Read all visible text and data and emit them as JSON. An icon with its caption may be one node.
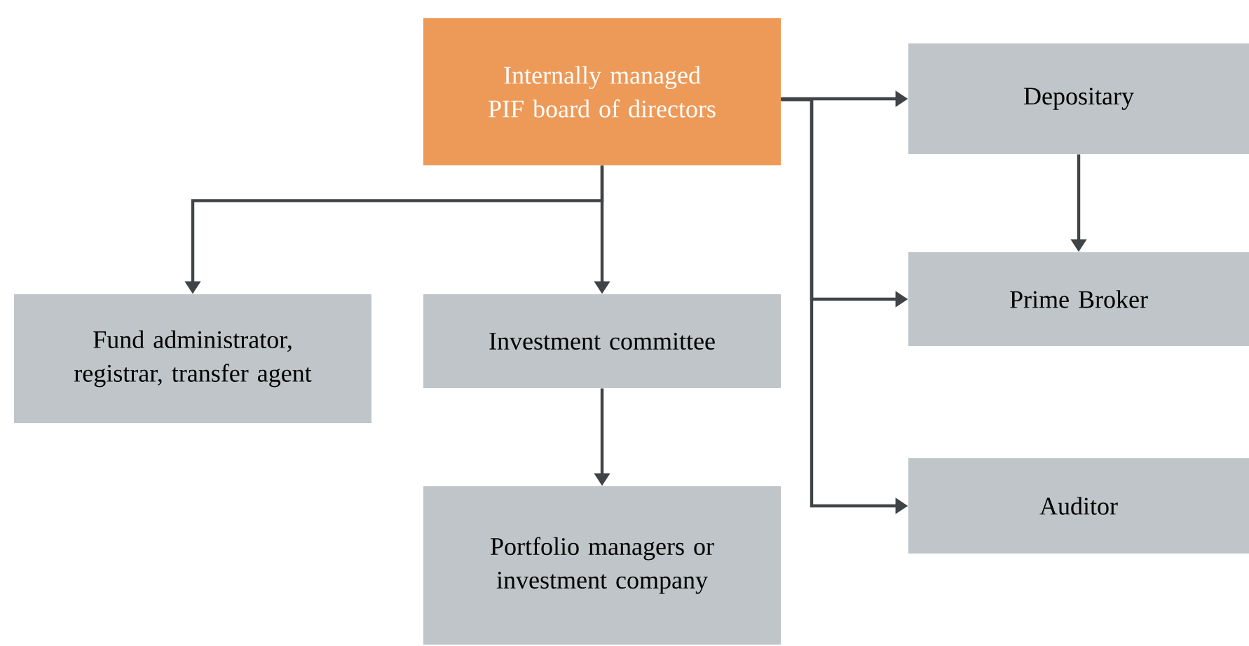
{
  "diagram": {
    "nodes": [
      {
        "text": [
          "Internally managed PIF board of directors"
        ]
      },
      {
        "text": [
          "Depositary"
        ]
      },
      {
        "text": [
          "Prime Broker"
        ]
      },
      {
        "text": [
          "Auditor"
        ]
      },
      {
        "text": [
          "Fund administrator, registrar, transfer agent"
        ]
      },
      {
        "text": [
          "Investment committee"
        ]
      },
      {
        "text": [
          "Portfolio managers or investment company"
        ]
      }
    ],
    "edges": [
      {
        "from": 0,
        "to": 1,
        "arrow": "to"
      },
      {
        "from": 0,
        "to": 2,
        "arrow": "to"
      },
      {
        "from": 0,
        "to": 3,
        "arrow": "to"
      },
      {
        "from": 0,
        "to": 4,
        "arrow": "to"
      },
      {
        "from": 0,
        "to": 5,
        "arrow": "to"
      },
      {
        "from": 1,
        "to": 2,
        "arrow": "to"
      },
      {
        "from": 5,
        "to": 6,
        "arrow": "to"
      }
    ]
  }
}
